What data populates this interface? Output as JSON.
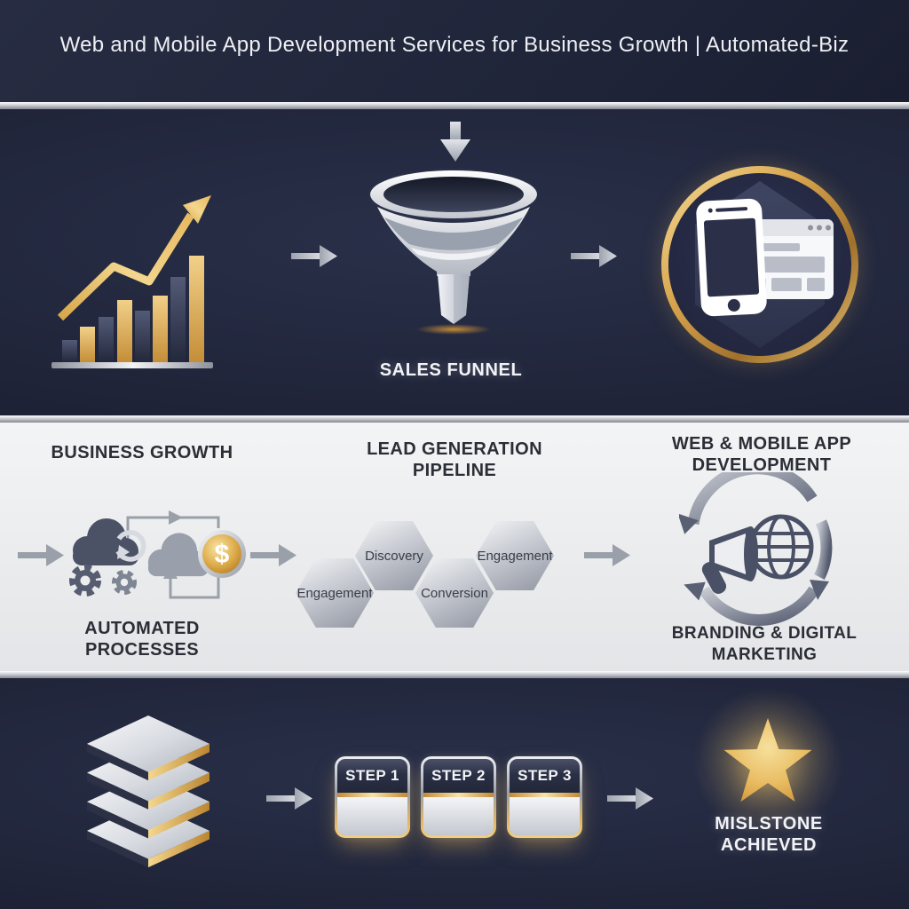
{
  "header": {
    "title": "Web and Mobile App Development Services for Business Growth | Automated-Biz"
  },
  "palette": {
    "navy_background": "#20253A",
    "light_band_background": "#EDEEF0",
    "gold_accent": "#D9A84E",
    "silver_accent": "#C7CAD1",
    "dark_text": "#2B2E36",
    "light_text": "#F2F3F6"
  },
  "funnel_row": {
    "funnel_caption": "SALES FUNNEL",
    "icons": [
      "bar-chart-growth-icon",
      "flow-arrow-icon",
      "down-arrow-icon",
      "funnel-icon",
      "flow-arrow-icon",
      "phone-browser-hexagon-badge-icon"
    ]
  },
  "process_band": {
    "growth_title": "BUSINESS GROWTH",
    "automation_caption": "AUTOMATED\nPROCESSES",
    "pipeline_title": "LEAD GENERATION\nPIPELINE",
    "stages": [
      "Engagement",
      "Discovery",
      "Conversion",
      "Engagement"
    ],
    "dev_title": "WEB & MOBILE APP\nDEVELOPMENT",
    "marketing_caption": "BRANDING & DIGITAL MARKETING",
    "coin_symbol": "$",
    "icons": [
      "cloud-sync-icon",
      "gear-icon",
      "cloud-icon",
      "dollar-coin-icon",
      "loop-arrows-icon",
      "megaphone-icon",
      "globe-icon",
      "cycle-arrows-icon"
    ]
  },
  "milestone_row": {
    "steps": [
      "STEP 1",
      "STEP 2",
      "STEP 3"
    ],
    "milestone_caption": "MISLSTONE\nACHIEVED",
    "icons": [
      "layer-stack-icon",
      "flow-arrow-icon",
      "star-icon"
    ]
  }
}
